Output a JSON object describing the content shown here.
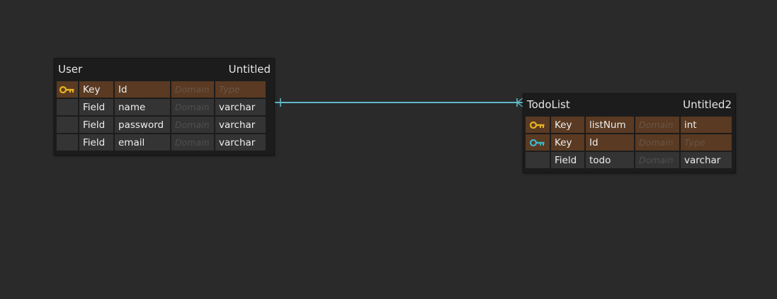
{
  "colors": {
    "background": "#2a2a2a",
    "key_row": "#5a3a22",
    "field_row": "#343434",
    "primary_key_icon": "#e6b422",
    "foreign_key_icon": "#3fb6c8",
    "relation_line": "#5fb8c6"
  },
  "entities": [
    {
      "name": "User",
      "table": "Untitled",
      "rows": [
        {
          "icon": "primary-key-icon",
          "kind": "Key",
          "name": "Id",
          "domain": "Domain",
          "type": "Type",
          "type_is_placeholder": true
        },
        {
          "icon": "",
          "kind": "Field",
          "name": "name",
          "domain": "Domain",
          "type": "varchar",
          "type_is_placeholder": false
        },
        {
          "icon": "",
          "kind": "Field",
          "name": "password",
          "domain": "Domain",
          "type": "varchar",
          "type_is_placeholder": false
        },
        {
          "icon": "",
          "kind": "Field",
          "name": "email",
          "domain": "Domain",
          "type": "varchar",
          "type_is_placeholder": false
        }
      ]
    },
    {
      "name": "TodoList",
      "table": "Untitled2",
      "rows": [
        {
          "icon": "primary-key-icon",
          "kind": "Key",
          "name": "listNum",
          "domain": "Domain",
          "type": "int",
          "type_is_placeholder": false
        },
        {
          "icon": "foreign-key-icon",
          "kind": "Key",
          "name": "Id",
          "domain": "Domain",
          "type": "Type",
          "type_is_placeholder": true
        },
        {
          "icon": "",
          "kind": "Field",
          "name": "todo",
          "domain": "Domain",
          "type": "varchar",
          "type_is_placeholder": false
        }
      ]
    }
  ],
  "relationship": {
    "from": "User",
    "to": "TodoList",
    "from_cardinality": "one",
    "to_cardinality": "many"
  }
}
